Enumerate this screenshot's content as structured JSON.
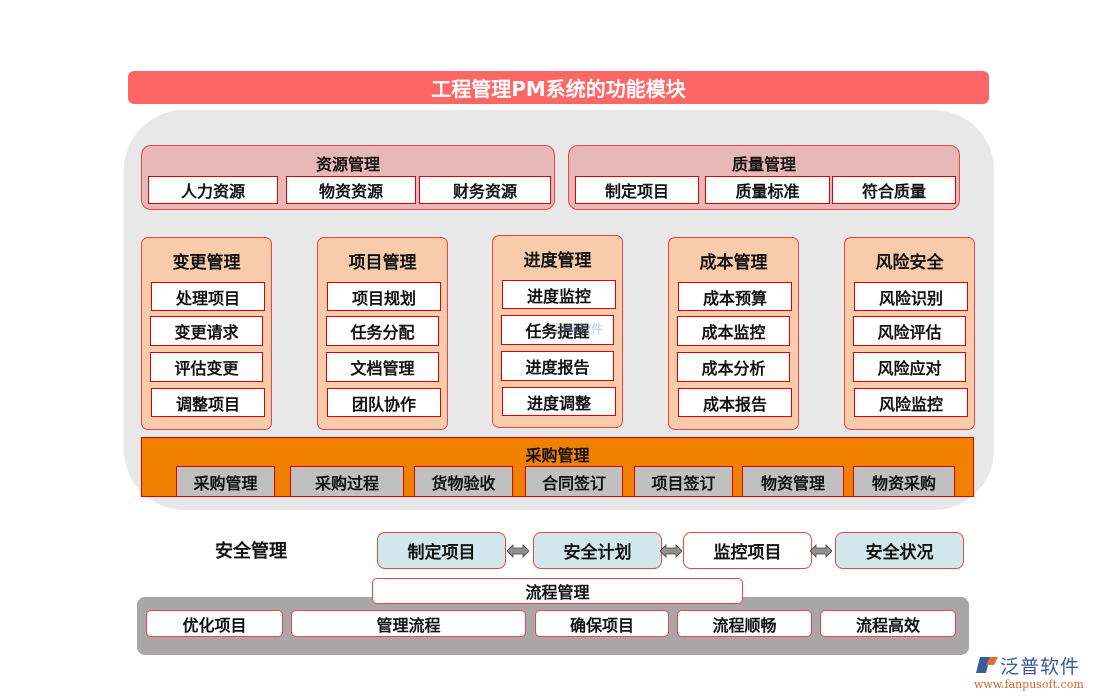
{
  "title": "工程管理PM系统的功能模块",
  "resource": {
    "title": "资源管理",
    "items": [
      "人力资源",
      "物资资源",
      "财务资源"
    ]
  },
  "quality": {
    "title": "质量管理",
    "items": [
      "制定项目",
      "质量标准",
      "符合质量"
    ]
  },
  "columns": [
    {
      "title": "变更管理",
      "items": [
        "处理项目",
        "变更请求",
        "评估变更",
        "调整项目"
      ]
    },
    {
      "title": "项目管理",
      "items": [
        "项目规划",
        "任务分配",
        "文档管理",
        "团队协作"
      ]
    },
    {
      "title": "进度管理",
      "items": [
        "进度监控",
        "任务提醒",
        "进度报告",
        "进度调整"
      ]
    },
    {
      "title": "成本管理",
      "items": [
        "成本预算",
        "成本监控",
        "成本分析",
        "成本报告"
      ]
    },
    {
      "title": "风险安全",
      "items": [
        "风险识别",
        "风险评估",
        "风险应对",
        "风险监控"
      ]
    }
  ],
  "purchase": {
    "title": "采购管理",
    "items": [
      "采购管理",
      "采购过程",
      "货物验收",
      "合同签订",
      "项目签订",
      "物资管理",
      "物资采购"
    ]
  },
  "safety": {
    "title": "安全管理",
    "items": [
      "制定项目",
      "安全计划",
      "监控项目",
      "安全状况"
    ]
  },
  "flow": {
    "title": "流程管理",
    "items": [
      "优化项目",
      "管理流程",
      "确保项目",
      "流程顺畅",
      "流程高效"
    ]
  },
  "watermark": "泛普软件",
  "logo": {
    "name": "泛普软件",
    "url": "www.fanpusoft.com"
  },
  "colors": {
    "title_bar": "#ff6666",
    "panel": "#e8e8e8",
    "group_wide": "#e8b8b8",
    "column_box": "#f8ccaa",
    "purchase_bar": "#f08000",
    "purchase_cell": "#c0c0c0",
    "safety_teal": "#d0e8ec",
    "flow_panel": "#a8a6a6",
    "border_red": "#e00000"
  }
}
